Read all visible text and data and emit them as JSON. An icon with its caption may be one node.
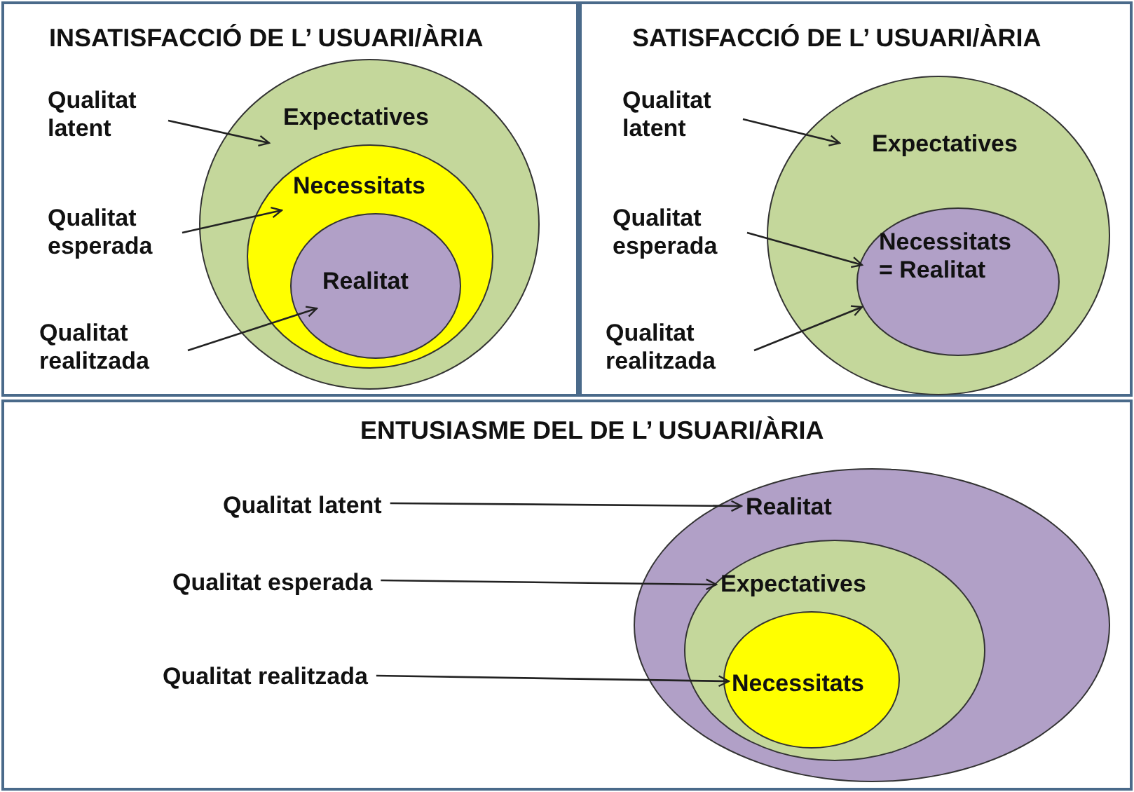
{
  "diagram": {
    "nodes": [
      {
        "text": [
          "INSATISFACCIÓ DE L’ USUARI/ÀRIA"
        ]
      },
      {
        "text": [
          "Expectatives"
        ],
        "in": 0
      },
      {
        "text": [
          "Necessitats"
        ],
        "in": 1
      },
      {
        "text": [
          "Realitat"
        ],
        "in": 2
      },
      {
        "text": [
          "Qualitat latent"
        ],
        "in": 0
      },
      {
        "text": [
          "Qualitat esperada"
        ],
        "in": 0
      },
      {
        "text": [
          "Qualitat realitzada"
        ],
        "in": 0
      },
      {
        "text": [
          "SATISFACCIÓ DE L’ USUARI/ÀRIA"
        ]
      },
      {
        "text": [
          "Expectatives"
        ],
        "in": 7
      },
      {
        "text": [
          "Necessitats = Realitat"
        ],
        "in": 8
      },
      {
        "text": [
          "Qualitat latent"
        ],
        "in": 7
      },
      {
        "text": [
          "Qualitat esperada"
        ],
        "in": 7
      },
      {
        "text": [
          "Qualitat realitzada"
        ],
        "in": 7
      },
      {
        "text": [
          "ENTUSIASME DEL DE L’ USUARI/ÀRIA"
        ]
      },
      {
        "text": [
          "Realitat"
        ],
        "in": 13
      },
      {
        "text": [
          "Expectatives"
        ],
        "in": 14
      },
      {
        "text": [
          "Necessitats"
        ],
        "in": 15
      },
      {
        "text": [
          "Qualitat latent"
        ],
        "in": 13
      },
      {
        "text": [
          "Qualitat esperada"
        ],
        "in": 13
      },
      {
        "text": [
          "Qualitat realitzada"
        ],
        "in": 13
      }
    ],
    "edges": [
      {
        "from": 4,
        "to": 1,
        "arrow": "to"
      },
      {
        "from": 5,
        "to": 2,
        "arrow": "to"
      },
      {
        "from": 6,
        "to": 3,
        "arrow": "to"
      },
      {
        "from": 10,
        "to": 8,
        "arrow": "to"
      },
      {
        "from": 11,
        "to": 9,
        "arrow": "to"
      },
      {
        "from": 12,
        "to": 9,
        "arrow": "to"
      },
      {
        "from": 17,
        "to": 14,
        "arrow": "to"
      },
      {
        "from": 18,
        "to": 15,
        "arrow": "to"
      },
      {
        "from": 19,
        "to": 16,
        "arrow": "to"
      }
    ]
  }
}
